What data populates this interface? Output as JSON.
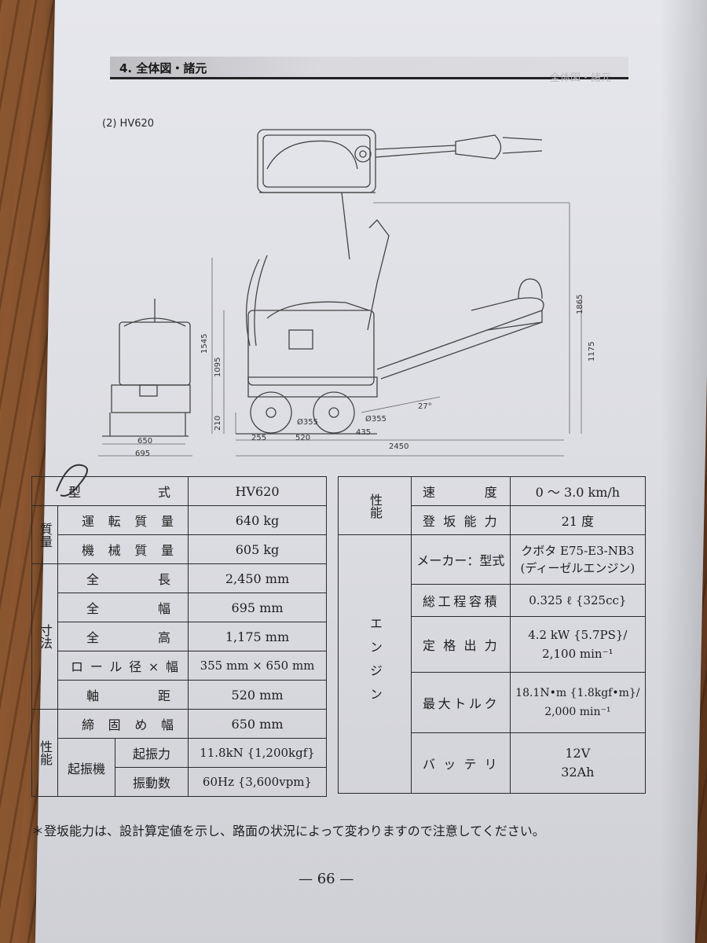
{
  "header": {
    "title": "4. 全体図・諸元"
  },
  "model_label": "(2) HV620",
  "ghost_text": "全体図・諸元",
  "dimensions": {
    "h1865": "1865",
    "h1175": "1175",
    "h1545": "1545",
    "h1095": "1095",
    "h210": "210",
    "w255": "255",
    "w520": "520",
    "w435": "435",
    "w2450": "2450",
    "d1": "Ø355",
    "d2": "Ø355",
    "angle": "27°",
    "w650": "650",
    "w695": "695"
  },
  "left_table": {
    "model_head": "型",
    "model_head2": "式",
    "model_value": "HV620",
    "group_mass": "質量",
    "op_mass_label": "運転質量",
    "op_mass_value": "640 kg",
    "mach_mass_label": "機械質量",
    "mach_mass_value": "605 kg",
    "group_dim": "寸法",
    "length_label1": "全",
    "length_label2": "長",
    "length_value": "2,450 mm",
    "width_label1": "全",
    "width_label2": "幅",
    "width_value": "695 mm",
    "height_label1": "全",
    "height_label2": "高",
    "height_value": "1,175 mm",
    "roll_label": "ロール径×幅",
    "roll_value": "355 mm × 650 mm",
    "axle_label1": "軸",
    "axle_label2": "距",
    "axle_value": "520 mm",
    "group_perf": "性能",
    "compact_label": "締固め幅",
    "compact_value": "650 mm",
    "exciter_label": "起振機",
    "force_label": "起振力",
    "force_value": "11.8kN {1,200kgf}",
    "freq_label": "振動数",
    "freq_value": "60Hz {3,600vpm}"
  },
  "right_table": {
    "group_perf": "性能",
    "speed_label": "速度",
    "speed_value": "0 ～ 3.0 km/h",
    "climb_label": "登坂能力",
    "climb_value": "21 度",
    "group_engine": "エンジン",
    "maker_label": "メーカー：型式",
    "maker_value1": "クボタ E75-E3-NB3",
    "maker_value2": "(ディーゼルエンジン)",
    "displacement_label": "総工程容積",
    "displacement_value": "0.325 ℓ {325cc}",
    "rated_label": "定格出力",
    "rated_value1": "4.2 kW {5.7PS}/",
    "rated_value2": "2,100 min⁻¹",
    "torque_label": "最大トルク",
    "torque_value1": "18.1N•m {1.8kgf•m}/",
    "torque_value2": "2,000 min⁻¹",
    "battery_label": "バッテリ",
    "battery_value1": "12V",
    "battery_value2": "32Ah"
  },
  "note": "＊登坂能力は、設計算定値を示し、路面の状況によって変わりますので注意してください。",
  "page_number": "— 66 —"
}
